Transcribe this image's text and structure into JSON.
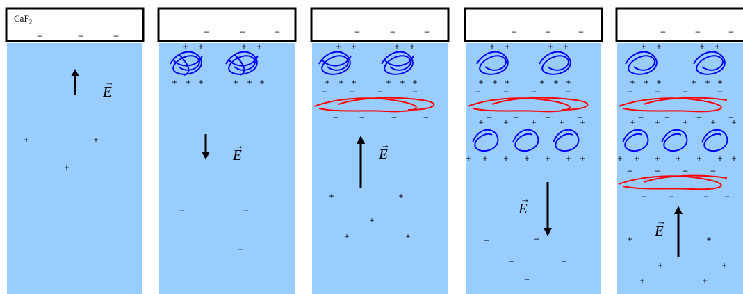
{
  "substrate": {
    "label": "CaF",
    "subscript": "2"
  },
  "field_label": "E",
  "field_vector_mark": "→",
  "charges": {
    "plus": "+",
    "minus": "–"
  },
  "colors": {
    "electrolyte": "#99CCFF",
    "substrate_fill": "#FFFFFF",
    "border": "#000000",
    "polycation": "#0000FF",
    "polyanion": "#FF0000"
  },
  "panels": [
    {
      "step": 1,
      "field": "up",
      "layers": []
    },
    {
      "step": 2,
      "field": "down",
      "layers": [
        "polycation"
      ]
    },
    {
      "step": 3,
      "field": "up",
      "layers": [
        "polycation",
        "polyanion"
      ]
    },
    {
      "step": 4,
      "field": "down",
      "layers": [
        "polycation",
        "polyanion",
        "polycation"
      ]
    },
    {
      "step": 5,
      "field": "up",
      "layers": [
        "polycation",
        "polyanion",
        "polycation",
        "polyanion"
      ]
    }
  ]
}
